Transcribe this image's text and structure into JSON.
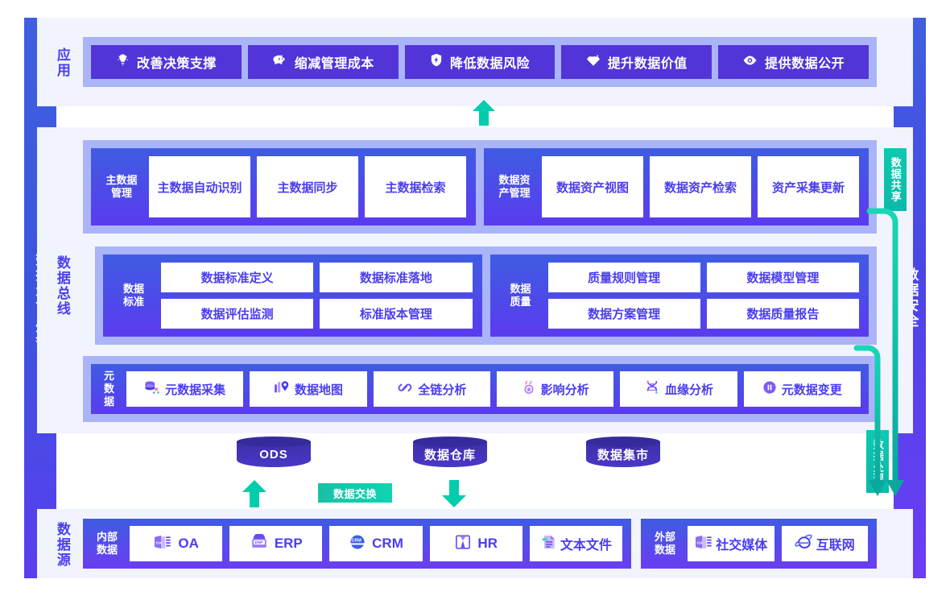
{
  "rails": {
    "left_label": "数据生命周期",
    "right_label": "数据安全"
  },
  "layers": {
    "application": {
      "label": "应用",
      "items": [
        {
          "icon": "lightbulb-icon",
          "label": "改善决策支撑"
        },
        {
          "icon": "piggy-bank-icon",
          "label": "缩减管理成本"
        },
        {
          "icon": "shield-icon",
          "label": "降低数据风险"
        },
        {
          "icon": "diamond-icon",
          "label": "提升数据价值"
        },
        {
          "icon": "eye-icon",
          "label": "提供数据公开"
        }
      ]
    },
    "bus": {
      "label": "数据总线",
      "groups": [
        {
          "title": "主数据\n管理",
          "layout": "row",
          "tiles": [
            "主数据自动识别",
            "主数据同步",
            "主数据检索"
          ]
        },
        {
          "title": "数据资\n产管理",
          "layout": "row",
          "tiles": [
            "数据资产视图",
            "数据资产检索",
            "资产采集更新"
          ]
        },
        {
          "title": "数据\n标准",
          "layout": "grid",
          "tiles": [
            "数据标准定义",
            "数据标准落地",
            "数据评估监测",
            "标准版本管理"
          ]
        },
        {
          "title": "数据\n质量",
          "layout": "grid",
          "tiles": [
            "质量规则管理",
            "数据模型管理",
            "数据方案管理",
            "数据质量报告"
          ]
        },
        {
          "title": "元数据",
          "layout": "icons",
          "tiles": [
            {
              "icon": "database-collect-icon",
              "label": "元数据采集"
            },
            {
              "icon": "map-pin-icon",
              "label": "数据地图"
            },
            {
              "icon": "link-chain-icon",
              "label": "全链分析"
            },
            {
              "icon": "medal-icon",
              "label": "影响分析"
            },
            {
              "icon": "dna-icon",
              "label": "血缘分析"
            },
            {
              "icon": "change-circle-icon",
              "label": "元数据变更"
            }
          ]
        }
      ]
    },
    "storage": {
      "cylinders": [
        "ODS",
        "数据仓库",
        "数据集市"
      ],
      "exchange_label": "数据交换"
    },
    "source": {
      "label": "数据源",
      "internal": {
        "title": "内部\n数据",
        "items": [
          {
            "icon": "oa-icon",
            "label": "OA"
          },
          {
            "icon": "erp-icon",
            "label": "ERP"
          },
          {
            "icon": "crm-icon",
            "label": "CRM"
          },
          {
            "icon": "hr-icon",
            "label": "HR"
          },
          {
            "icon": "text-file-icon",
            "label": "文本文件"
          }
        ]
      },
      "external": {
        "title": "外部\n数据",
        "items": [
          {
            "icon": "social-media-icon",
            "label": "社交媒体"
          },
          {
            "icon": "internet-explorer-icon",
            "label": "互联网"
          }
        ]
      }
    }
  },
  "side_tags": {
    "share": "数据共享",
    "process": "数据处理"
  },
  "colors": {
    "primary_purple": "#4a3df0",
    "chip_purple": "#5334d8",
    "band_lavender": "#aab4f8",
    "panel_bg": "#f1f4fd",
    "accent_green": "#0ec9b0",
    "rail_blue": "#3f5fe0"
  }
}
